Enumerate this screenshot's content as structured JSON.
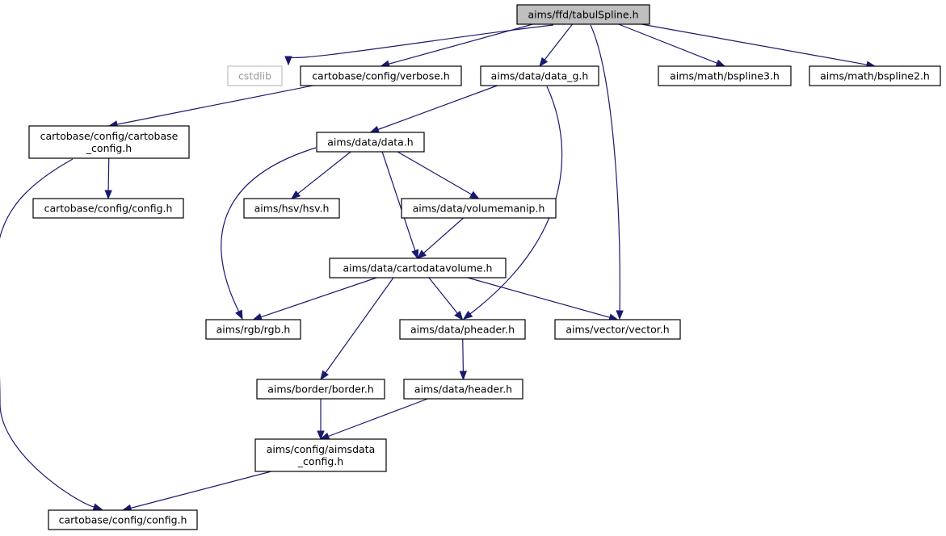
{
  "colors": {
    "edge": "#191970",
    "root_fill": "#bfbfbf",
    "node_fill": "#ffffff",
    "node_border": "#000000",
    "external_border": "#bfbfbf",
    "external_text": "#9a9a9a"
  },
  "nodes": {
    "tabulspline": {
      "lines": [
        "aims/ffd/tabulSpline.h"
      ],
      "kind": "root"
    },
    "cstdlib": {
      "lines": [
        "cstdlib"
      ],
      "kind": "external"
    },
    "verbose": {
      "lines": [
        "cartobase/config/verbose.h"
      ]
    },
    "data_g": {
      "lines": [
        "aims/data/data_g.h"
      ]
    },
    "bspline3": {
      "lines": [
        "aims/math/bspline3.h"
      ]
    },
    "bspline2": {
      "lines": [
        "aims/math/bspline2.h"
      ]
    },
    "cartobase_config": {
      "lines": [
        "cartobase/config/cartobase",
        "_config.h"
      ]
    },
    "data": {
      "lines": [
        "aims/data/data.h"
      ]
    },
    "config_a": {
      "lines": [
        "cartobase/config/config.h"
      ]
    },
    "hsv": {
      "lines": [
        "aims/hsv/hsv.h"
      ]
    },
    "volumemanip": {
      "lines": [
        "aims/data/volumemanip.h"
      ]
    },
    "cartodatavolume": {
      "lines": [
        "aims/data/cartodatavolume.h"
      ]
    },
    "rgb": {
      "lines": [
        "aims/rgb/rgb.h"
      ]
    },
    "pheader": {
      "lines": [
        "aims/data/pheader.h"
      ]
    },
    "vector": {
      "lines": [
        "aims/vector/vector.h"
      ]
    },
    "border": {
      "lines": [
        "aims/border/border.h"
      ]
    },
    "header": {
      "lines": [
        "aims/data/header.h"
      ]
    },
    "aimsdata_config": {
      "lines": [
        "aims/config/aimsdata",
        "_config.h"
      ]
    },
    "config_b": {
      "lines": [
        "cartobase/config/config.h"
      ]
    }
  },
  "edges": [
    [
      "tabulspline",
      "cstdlib"
    ],
    [
      "tabulspline",
      "verbose"
    ],
    [
      "tabulspline",
      "data_g"
    ],
    [
      "tabulspline",
      "vector"
    ],
    [
      "tabulspline",
      "bspline3"
    ],
    [
      "tabulspline",
      "bspline2"
    ],
    [
      "verbose",
      "cartobase_config"
    ],
    [
      "data_g",
      "data"
    ],
    [
      "data_g",
      "pheader"
    ],
    [
      "cartobase_config",
      "config_a"
    ],
    [
      "cartobase_config",
      "config_b"
    ],
    [
      "data",
      "hsv"
    ],
    [
      "data",
      "volumemanip"
    ],
    [
      "data",
      "cartodatavolume"
    ],
    [
      "data",
      "rgb"
    ],
    [
      "volumemanip",
      "cartodatavolume"
    ],
    [
      "cartodatavolume",
      "rgb"
    ],
    [
      "cartodatavolume",
      "pheader"
    ],
    [
      "cartodatavolume",
      "vector"
    ],
    [
      "cartodatavolume",
      "border"
    ],
    [
      "pheader",
      "header"
    ],
    [
      "border",
      "aimsdata_config"
    ],
    [
      "header",
      "aimsdata_config"
    ],
    [
      "aimsdata_config",
      "config_b"
    ]
  ]
}
